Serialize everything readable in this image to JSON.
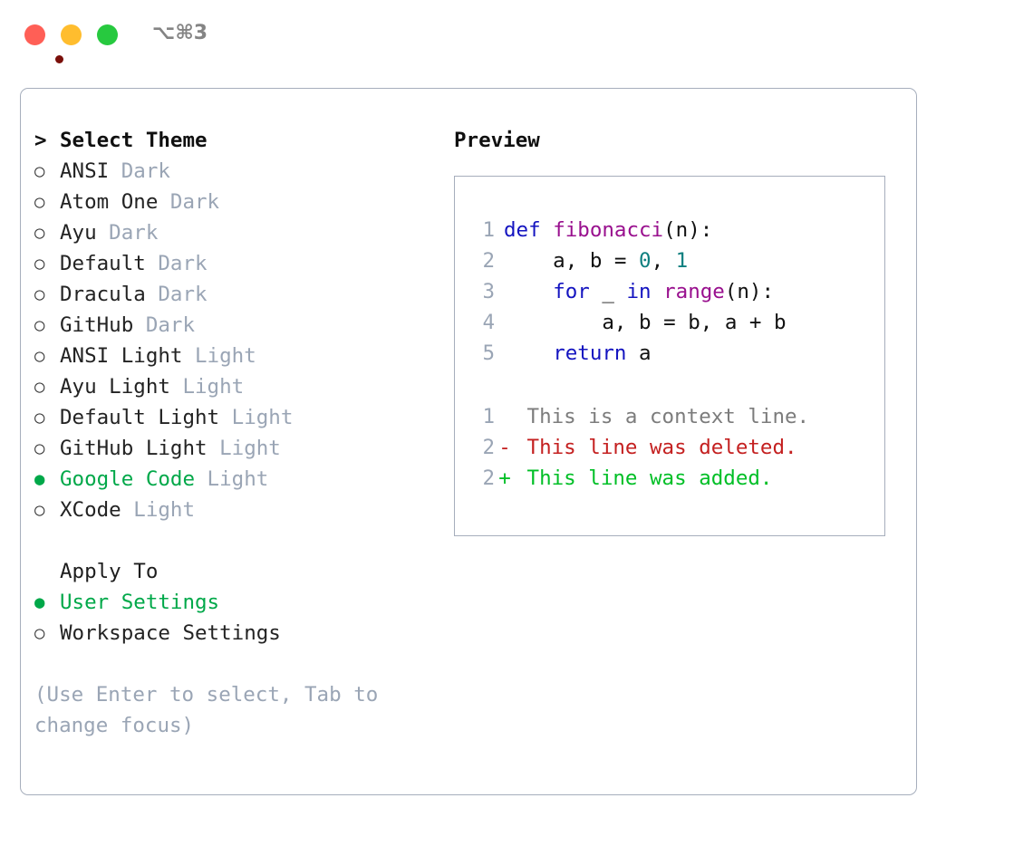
{
  "window": {
    "shortcut_label": "⌥⌘3",
    "traffic_lights": {
      "close_color": "#ff5f56",
      "minimize_color": "#ffbd2e",
      "maximize_color": "#27c93f",
      "record_dot_color": "#7a0f0a"
    }
  },
  "theme_picker": {
    "prompt": ">",
    "title": "Select Theme",
    "bullet_unselected": "○",
    "bullet_selected": "●",
    "items": [
      {
        "name": "ANSI",
        "kind": "Dark",
        "selected": false
      },
      {
        "name": "Atom One",
        "kind": "Dark",
        "selected": false
      },
      {
        "name": "Ayu",
        "kind": "Dark",
        "selected": false
      },
      {
        "name": "Default",
        "kind": "Dark",
        "selected": false
      },
      {
        "name": "Dracula",
        "kind": "Dark",
        "selected": false
      },
      {
        "name": "GitHub",
        "kind": "Dark",
        "selected": false
      },
      {
        "name": "ANSI Light",
        "kind": "Light",
        "selected": false
      },
      {
        "name": "Ayu Light",
        "kind": "Light",
        "selected": false
      },
      {
        "name": "Default Light",
        "kind": "Light",
        "selected": false
      },
      {
        "name": "GitHub Light",
        "kind": "Light",
        "selected": false
      },
      {
        "name": "Google Code",
        "kind": "Light",
        "selected": true
      },
      {
        "name": "XCode",
        "kind": "Light",
        "selected": false
      }
    ]
  },
  "apply_to": {
    "header": "Apply To",
    "options": [
      {
        "label": "User Settings",
        "selected": true
      },
      {
        "label": "Workspace Settings",
        "selected": false
      }
    ]
  },
  "hint": {
    "text": "(Use Enter to select, Tab to change focus)"
  },
  "preview": {
    "title": "Preview",
    "code_lines": [
      {
        "number": "1",
        "tokens": [
          {
            "text": "def ",
            "type": "kw"
          },
          {
            "text": "fibonacci",
            "type": "fn"
          },
          {
            "text": "(n):",
            "type": "plain"
          }
        ]
      },
      {
        "number": "2",
        "tokens": [
          {
            "text": "    a, b = ",
            "type": "plain"
          },
          {
            "text": "0",
            "type": "num"
          },
          {
            "text": ", ",
            "type": "plain"
          },
          {
            "text": "1",
            "type": "num"
          }
        ]
      },
      {
        "number": "3",
        "tokens": [
          {
            "text": "    ",
            "type": "plain"
          },
          {
            "text": "for",
            "type": "kw"
          },
          {
            "text": " _ ",
            "type": "plain"
          },
          {
            "text": "in",
            "type": "kw"
          },
          {
            "text": " ",
            "type": "plain"
          },
          {
            "text": "range",
            "type": "fn"
          },
          {
            "text": "(n):",
            "type": "plain"
          }
        ]
      },
      {
        "number": "4",
        "tokens": [
          {
            "text": "        a, b = b, a + b",
            "type": "plain"
          }
        ]
      },
      {
        "number": "5",
        "tokens": [
          {
            "text": "    ",
            "type": "plain"
          },
          {
            "text": "return",
            "type": "kw"
          },
          {
            "text": " a",
            "type": "plain"
          }
        ]
      }
    ],
    "diff_lines": [
      {
        "number": "1",
        "sign": " ",
        "text": "This is a context line.",
        "type": "ctx"
      },
      {
        "number": "2",
        "sign": "-",
        "text": "This line was deleted.",
        "type": "del"
      },
      {
        "number": "2",
        "sign": "+",
        "text": "This line was added.",
        "type": "add"
      }
    ]
  },
  "colors": {
    "accent_green": "#00a849",
    "muted": "#9aa5b5",
    "border": "#a6aebc",
    "keyword": "#1414c0",
    "function": "#99108e",
    "number": "#0e7f7f",
    "diff_add": "#00bf26",
    "diff_del": "#c42020",
    "diff_ctx": "#7c7c7c"
  }
}
